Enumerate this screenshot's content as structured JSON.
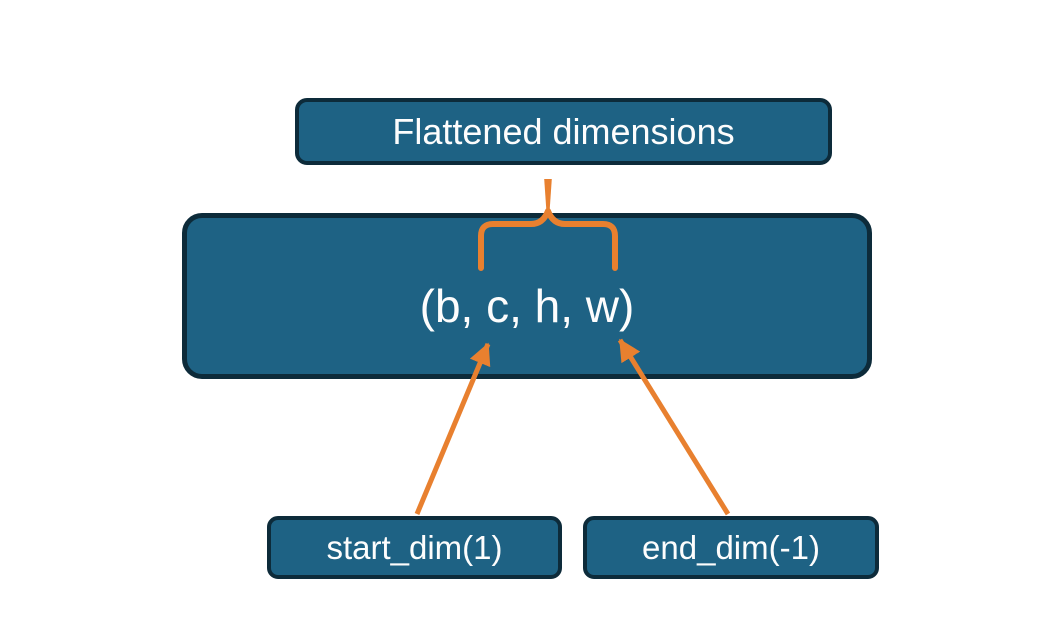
{
  "boxes": {
    "top": {
      "label": "Flattened dimensions"
    },
    "main": {
      "label": "(b, c, h, w)"
    },
    "start_dim": {
      "label": "start_dim(1)"
    },
    "end_dim": {
      "label": "end_dim(-1)"
    }
  },
  "icons": {
    "brace": "curly-brace-up",
    "arrow_left": "arrow-start-dim-to-main",
    "arrow_right": "arrow-end-dim-to-main"
  },
  "colors": {
    "box_fill": "#1e6284",
    "box_border": "#0d2b3a",
    "accent": "#e8802f",
    "text": "#fdfdfd",
    "background": "#ffffff"
  }
}
